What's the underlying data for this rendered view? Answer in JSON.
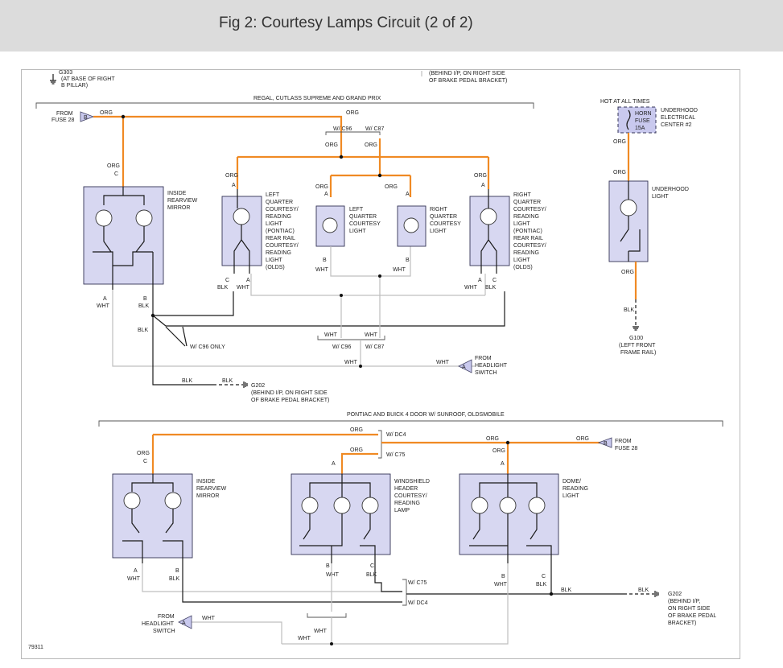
{
  "header": {
    "title": "Fig 2: Courtesy Lamps Circuit (2 of 2)"
  },
  "colors": {
    "org": "#f08a24",
    "blk": "#1a1a1a",
    "wht": "#bfbfbf",
    "component_fill": "#d7d7f1",
    "header_bg": "#dcdcdc"
  },
  "top": {
    "g_prev": [
      "G303",
      "(AT BASE OF RIGHT",
      "B PILLAR)"
    ],
    "g_prev2": [
      "(BEHIND I/P, ON RIGHT SIDE",
      "OF BRAKE PEDAL BRACKET)"
    ],
    "section_label": "REGAL, CUTLASS SUPREME AND GRAND PRIX",
    "from_fuse": [
      "FROM",
      "FUSE 28"
    ],
    "inside_mirror": [
      "INSIDE",
      "REARVIEW",
      "MIRROR"
    ],
    "left_qtr_reading": [
      "LEFT",
      "QUARTER",
      "COURTESY/",
      "READING",
      "LIGHT",
      "(PONTIAC)",
      "REAR RAIL",
      "COURTESY/",
      "READING",
      "LIGHT",
      "(OLDS)"
    ],
    "left_qtr": [
      "LEFT",
      "QUARTER",
      "COURTESY",
      "LIGHT"
    ],
    "right_qtr": [
      "RIGHT",
      "QUARTER",
      "COURTESY",
      "LIGHT"
    ],
    "right_qtr_reading": [
      "RIGHT",
      "QUARTER",
      "COURTESY/",
      "READING",
      "LIGHT",
      "(PONTIAC)",
      "REAR RAIL",
      "COURTESY/",
      "READING",
      "LIGHT",
      "(OLDS)"
    ],
    "w_c96": "W/ C96",
    "w_c87": "W/ C87",
    "w_c96_only": "W/ C96 ONLY",
    "from_headlight": [
      "FROM",
      "HEADLIGHT",
      "SWITCH"
    ],
    "g202": [
      "G202",
      "(BEHIND I/P, ON RIGHT SIDE",
      "OF BRAKE PEDAL BRACKET)"
    ],
    "hot": "HOT AT ALL TIMES",
    "horn_fuse": [
      "HORN",
      "FUSE",
      "15A"
    ],
    "underhood_center": [
      "UNDERHOOD",
      "ELECTRICAL",
      "CENTER #2"
    ],
    "underhood_light": [
      "UNDERHOOD",
      "LIGHT"
    ],
    "g100": [
      "G100",
      "(LEFT FRONT",
      "FRAME RAIL)"
    ]
  },
  "bottom": {
    "section_label": "PONTIAC AND BUICK 4 DOOR W/ SUNROOF, OLDSMOBILE",
    "inside_mirror": [
      "INSIDE",
      "REARVIEW",
      "MIRROR"
    ],
    "windshield": [
      "WINDSHIELD",
      "HEADER",
      "COURTESY/",
      "READING",
      "LAMP"
    ],
    "dome": [
      "DOME/",
      "READING",
      "LIGHT"
    ],
    "w_dc4": "W/ DC4",
    "w_c75": "W/ C75",
    "from_fuse": [
      "FROM",
      "FUSE 28"
    ],
    "from_headlight": [
      "FROM",
      "HEADLIGHT",
      "SWITCH"
    ],
    "g202": [
      "G202",
      "(BEHIND I/P,",
      "ON RIGHT SIDE",
      "OF BRAKE PEDAL",
      "BRACKET)"
    ]
  },
  "wire": {
    "org": "ORG",
    "blk": "BLK",
    "wht": "WHT"
  },
  "conn": {
    "a": "A",
    "b": "B",
    "c": "C"
  },
  "fig_number": "79311"
}
